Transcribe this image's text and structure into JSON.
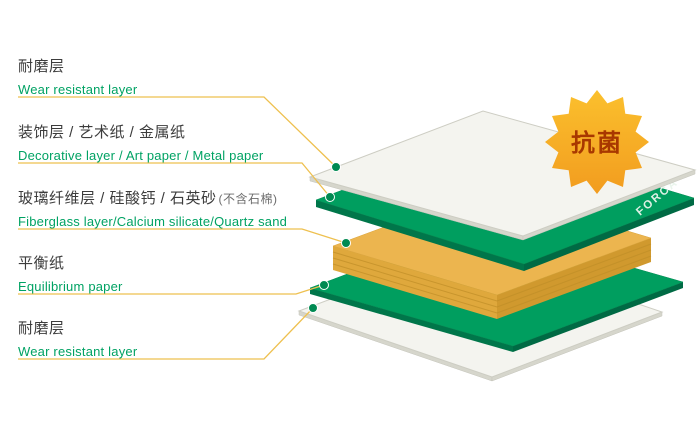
{
  "labels": [
    {
      "zh": "耐磨层",
      "en": "Wear resistant layer"
    },
    {
      "zh": "装饰层 / 艺术纸 / 金属纸",
      "en": "Decorative layer / Art paper / Metal paper"
    },
    {
      "zh": "玻璃纤维层 / 硅酸钙 / 石英砂",
      "zh_note": "(不含石棉)",
      "en": "Fiberglass layer/Calcium silicate/Quartz sand"
    },
    {
      "zh": "平衡纸",
      "en": "Equilibrium paper"
    },
    {
      "zh": "耐磨层",
      "en": "Wear resistant layer"
    }
  ],
  "badge": {
    "text": "抗菌"
  },
  "brand": {
    "text": "FORCA"
  },
  "colors": {
    "layer_green": "#009e5f",
    "layer_green_side": "#00764a",
    "layer_yellow": "#ecb54f",
    "layer_yellow_side": "#d79f35",
    "sheet_white": "#f4f4ef",
    "sheet_white_side": "#d6d6cc",
    "leader_line": "#eec04f",
    "dot": "#008a52",
    "label_zh": "#3c3c3c",
    "label_en": "#00a263",
    "badge_fill_top": "#fbc02d",
    "badge_fill_bottom": "#f29c1f",
    "badge_text": "#a83800"
  }
}
